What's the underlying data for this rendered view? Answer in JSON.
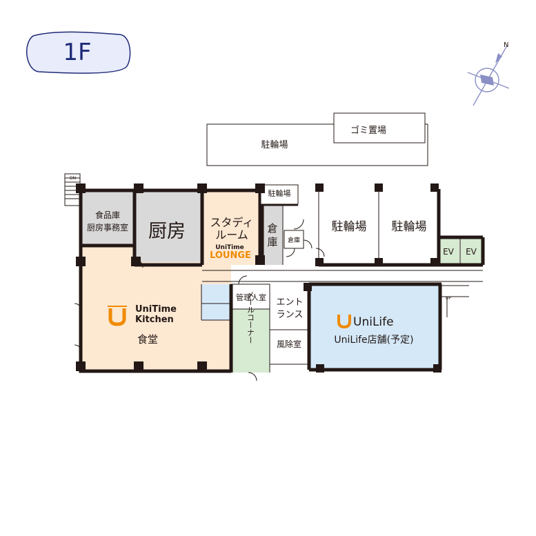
{
  "floor_badge": "1F",
  "compass": {
    "north_label": "N"
  },
  "rooms": {
    "bike_top": "駐輪場",
    "garbage": "ゴミ置場",
    "bike_small": "駐輪場",
    "food_storage": "食品庫",
    "kitchen_office": "厨房事務室",
    "kitchen": "厨房",
    "study_room_line1": "スタディ",
    "study_room_line2": "ルーム",
    "lounge_brand": "UniTime",
    "lounge_word": "LOUNGE",
    "storage_big_1": "倉",
    "storage_big_2": "庫",
    "storage_small": "倉庫",
    "bike_right_1": "駐輪場",
    "bike_right_2": "駐輪場",
    "ev1": "EV",
    "ev2": "EV",
    "cafeteria_brand_1": "UniTime",
    "cafeteria_brand_2": "Kitchen",
    "cafeteria": "食堂",
    "manager_room": "管理人室",
    "entrance_1": "エント",
    "entrance_2": "ランス",
    "mail_corner": "メールコーナー",
    "windbreak_room": "風除室",
    "unilife_logo": "UniLife",
    "unilife_store": "UniLife店舗(予定)",
    "stair_dn": "DN",
    "stair_up": "UP"
  },
  "colors": {
    "cafeteria": "#fde8d2",
    "kitchen": "#d9d9d9",
    "study": "#fde8d2",
    "store": "#d4e8f8",
    "mail": "#d7ead2",
    "ev": "#d7ead2",
    "orange": "#f08a00",
    "badge_fill": "#e8ecfb",
    "badge_text": "#1e2a78"
  }
}
